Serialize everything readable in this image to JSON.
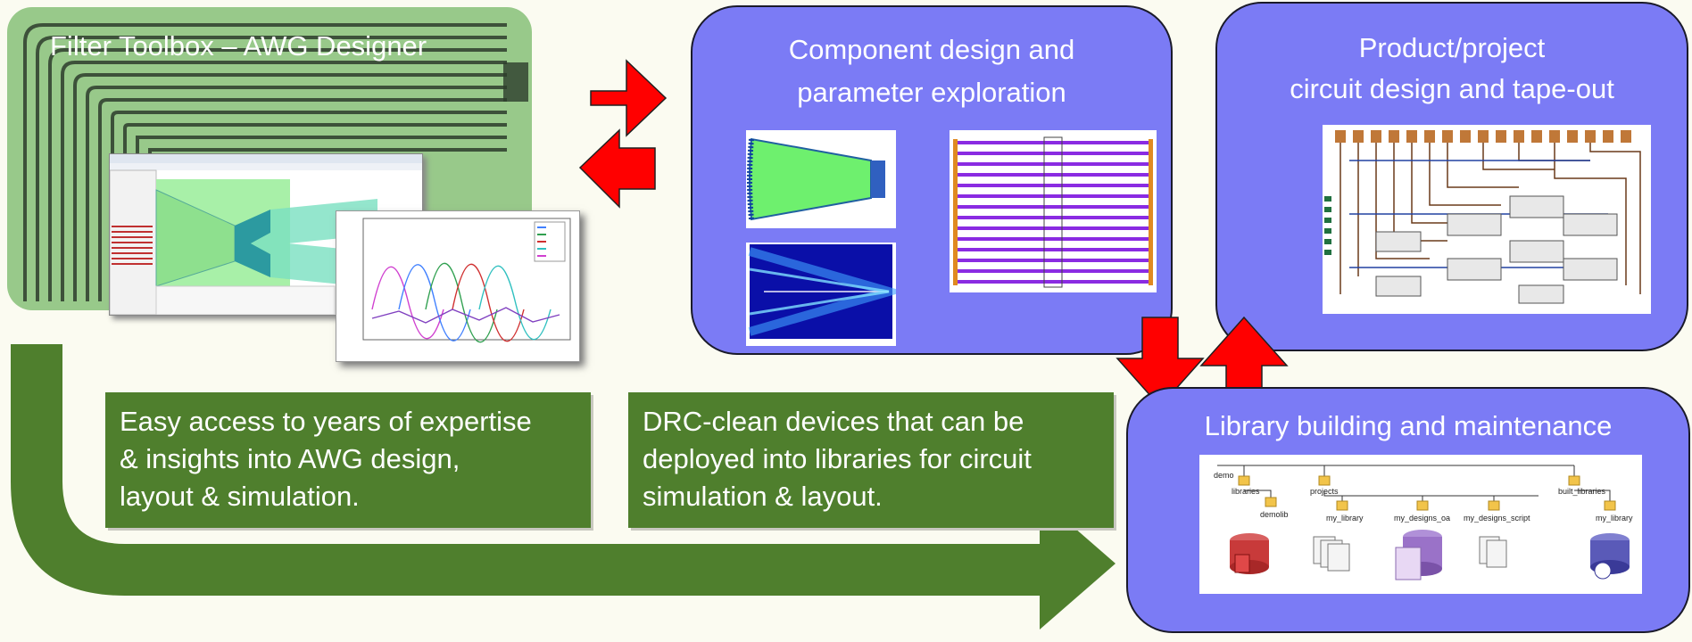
{
  "filter_toolbox": {
    "title": "Filter Toolbox – AWG Designer"
  },
  "component_panel": {
    "title_line1": "Component design and",
    "title_line2": "parameter exploration"
  },
  "product_panel": {
    "title_line1": "Product/project",
    "title_line2": "circuit design and tape-out"
  },
  "library_panel": {
    "title": "Library building and maintenance",
    "tree": {
      "root": "demo",
      "libraries": "libraries",
      "demolib": "demolib",
      "projects": "projects",
      "my_library": "my_library",
      "my_designs_oa": "my_designs_oa",
      "my_designs_script": "my_designs_script",
      "built_libraries": "built_libraries",
      "built_my_library": "my_library"
    }
  },
  "notes": {
    "expertise": [
      "Easy access to years of expertise",
      "& insights into AWG design,",
      "layout & simulation."
    ],
    "drc": [
      "DRC-clean devices that can be",
      "deployed into libraries for circuit",
      "simulation & layout."
    ]
  },
  "colors": {
    "background": "#fbfbf1",
    "panel": "#7b7bf5",
    "green_arrow": "#4f7f2d",
    "red_arrow": "#ff0000",
    "green_panel": "#98c98a"
  }
}
